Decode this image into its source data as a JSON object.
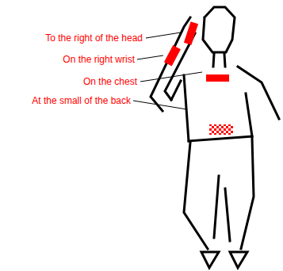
{
  "diagram": {
    "labels": [
      "To the right of the head",
      "On the right wrist",
      "On the chest",
      "At the small of the back"
    ]
  }
}
